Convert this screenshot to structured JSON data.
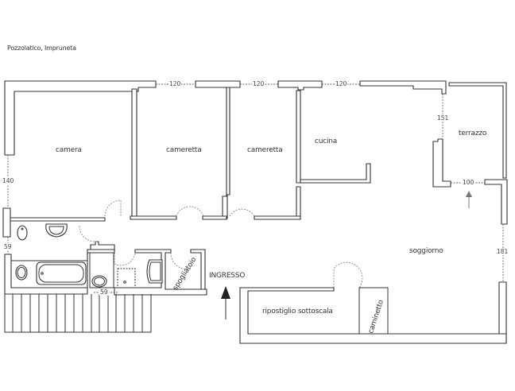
{
  "caption": "Pozzolatico, Impruneta",
  "rooms": {
    "camera": "camera",
    "cameretta_1": "cameretta",
    "cameretta_2": "cameretta",
    "cucina": "cucina",
    "terrazzo": "terrazzo",
    "soggiorno": "soggiorno",
    "ingresso": "INGRESSO",
    "spogliatoio": "spogliatoio",
    "ripostiglio": "ripostiglio sottoscala",
    "caminetto": "caminetto"
  },
  "dimensions": {
    "window_1": "120",
    "window_2": "120",
    "window_3": "120",
    "terrace_opening": "151",
    "terrace_door": "100",
    "left_window": "140",
    "left_window_2": "59",
    "bath_window": "59",
    "right_window": "181"
  },
  "colors": {
    "wall": "#333333",
    "door_arc": "#888888",
    "background": "#ffffff"
  }
}
